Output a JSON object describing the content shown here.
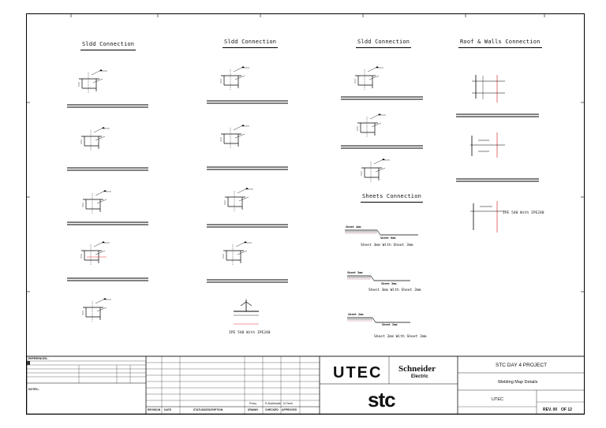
{
  "columns": [
    {
      "title": "Sldd Connection",
      "labels": [
        "",
        "",
        "",
        "",
        ""
      ]
    },
    {
      "title": "Sldd Connection",
      "labels": [
        "",
        "",
        "IPE 540 With IPE240"
      ]
    },
    {
      "title": "Sldd Connection",
      "labels": [
        "",
        "",
        ""
      ]
    },
    {
      "title": "Roof & Walls Connection",
      "labels": [
        "",
        "",
        "IPE 540 With IPE240"
      ]
    }
  ],
  "sheets": {
    "title": "Sheets Connection",
    "tags": [
      "Sheet 4mm",
      "Sheet 6mm",
      "Sheet 3mm",
      "Sheet 3mm",
      "Sheet 2mm",
      "Sheet 2mm"
    ],
    "labels": [
      "Sheet 3mm With Sheet 3mm",
      "Sheet 3mm With Sheet 3mm",
      "Sheet 2mm With Sheet 3mm"
    ]
  },
  "title_block": {
    "references_heading": "REFERENCES:-",
    "notes_heading": "NOTES:-",
    "rev_row": [
      "Policy",
      "R.Abdelkader",
      "M.Tarek"
    ],
    "rev_header": [
      "REVISION",
      "DATE",
      "STATUS/DESCRIPTION",
      "DRAWN",
      "CHECKED",
      "APPROVED"
    ],
    "logo_left": "UTEC",
    "logo_right": "Schneider",
    "logo_right_sub": "Electric",
    "client_logo": "stc",
    "project": "STC DAY 4 PROJECT",
    "drawing_title": "Welding Map Details",
    "facility": "UTEC",
    "rev": "REV. 00",
    "sheet": "OF 12"
  }
}
